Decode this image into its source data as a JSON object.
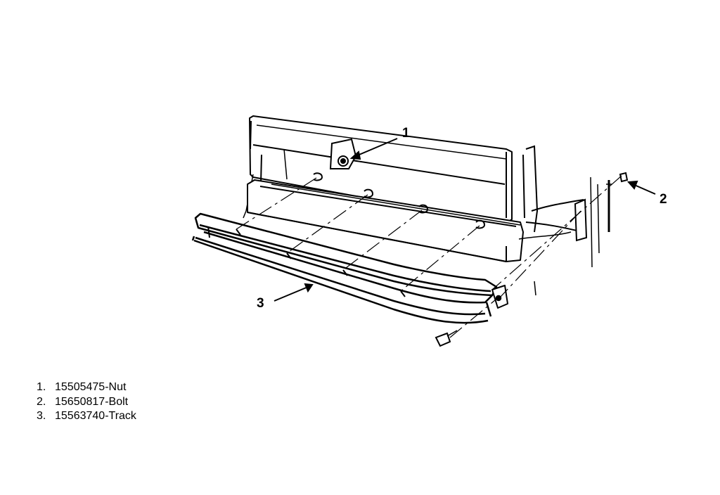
{
  "callouts": {
    "nut": "1",
    "bolt": "2",
    "track": "3"
  },
  "legend": [
    {
      "number": "1.",
      "text": "15505475-Nut"
    },
    {
      "number": "2.",
      "text": "15650817-Bolt"
    },
    {
      "number": "3.",
      "text": "15563740-Track"
    }
  ],
  "colors": {
    "ink": "#000000",
    "paper": "#ffffff"
  }
}
